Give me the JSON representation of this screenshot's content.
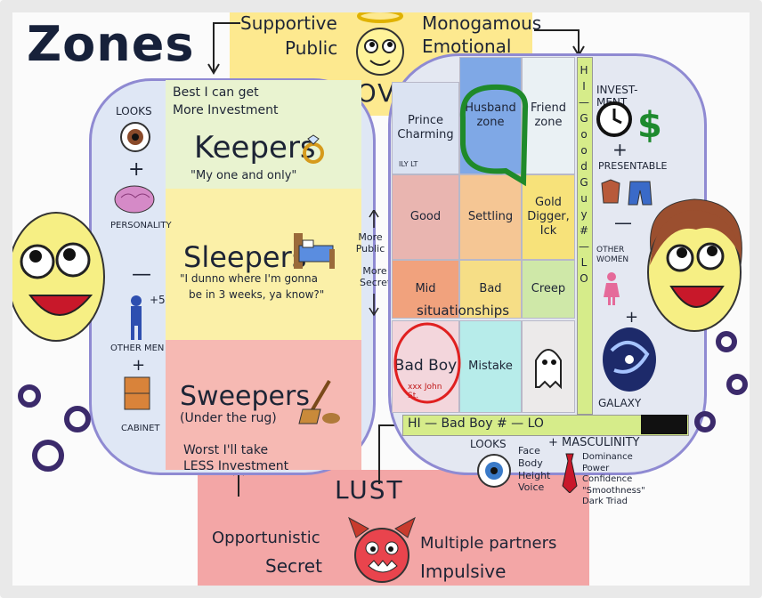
{
  "title": "Zones",
  "love": {
    "label": "LOVE",
    "left_1": "Supportive",
    "left_2": "Public",
    "right_1": "Monogamous",
    "right_2": "Emotional"
  },
  "lust": {
    "label": "LUST",
    "left_1": "Opportunistic",
    "left_2": "Secret",
    "right_1": "Multiple partners",
    "right_2": "Impulsive"
  },
  "male_side": {
    "looks": "LOOKS",
    "personality": "PERSONALITY",
    "other_men": "OTHER MEN",
    "cabinet": "CABINET",
    "plus5": "+5",
    "plus": "+",
    "minus": "—"
  },
  "zones_left": {
    "top_note_1": "Best I can get",
    "top_note_2": "More Investment",
    "keepers": "Keepers",
    "keepers_sub": "\"My one and only\"",
    "sleepers": "Sleepers",
    "sleepers_sub_1": "\"I dunno where I'm gonna",
    "sleepers_sub_2": "be in 3 weeks, ya know?\"",
    "sweepers": "Sweepers",
    "sweepers_sub": "(Under the rug)",
    "bottom_note_1": "Worst I'll take",
    "bottom_note_2": "LESS Investment"
  },
  "middle": {
    "more_public": "More Public",
    "more_secret": "More Secret"
  },
  "grid": {
    "prince_charming": "Prince Charming",
    "husband_zone": "Husband zone",
    "friend_zone": "Friend zone",
    "good": "Good",
    "settling": "Settling",
    "gold_digger": "Gold Digger, Ick",
    "mid": "Mid",
    "bad": "Bad",
    "creep": "Creep",
    "bad_boy": "Bad Boy",
    "mistake": "Mistake",
    "situationships": "situationships",
    "prince_marks": "ILY LT",
    "bad_boy_marks": "xxx John St."
  },
  "axes": {
    "good_guy": "HI — Good Guy # — LO",
    "bad_boy": "HI — Bad Boy # — LO"
  },
  "female_side": {
    "investment": "INVEST-MENT",
    "presentable": "PRESENTABLE",
    "other_women": "OTHER WOMEN",
    "galaxy": "GALAXY",
    "plus": "+",
    "minus": "—"
  },
  "traits": {
    "looks": "LOOKS",
    "masculinity": "+ MASCULINITY",
    "looks_items": [
      "Face",
      "Body",
      "Height",
      "Voice"
    ],
    "masc_items": [
      "Dominance",
      "Power",
      "Confidence",
      "\"Smoothness\"",
      "Dark Triad"
    ]
  },
  "colors": {
    "love": "#fde98f",
    "lust": "#f3a6a6",
    "keepers": "#e9f3d0",
    "sleepers": "#fbf0a8",
    "sweepers": "#f6b9b3",
    "highlight_green": "#1f8a2a",
    "highlight_red": "#e02020"
  }
}
